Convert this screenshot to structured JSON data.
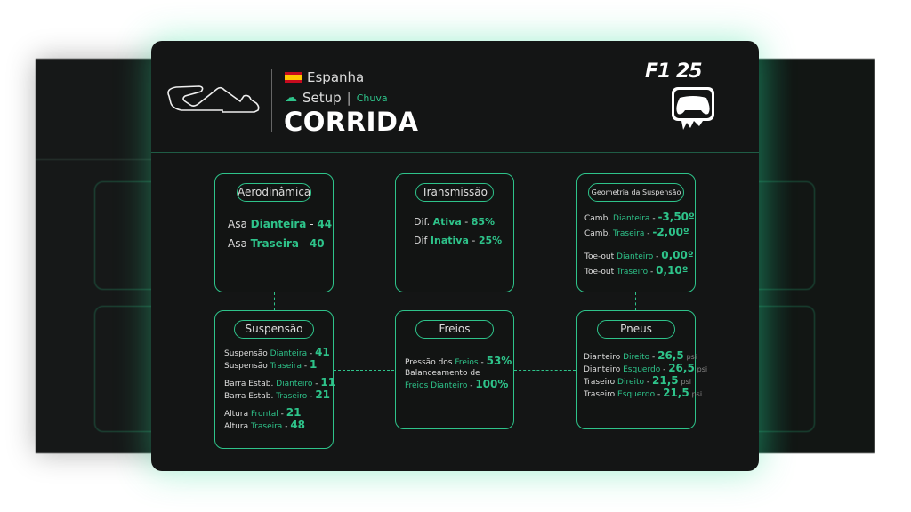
{
  "header": {
    "country": "Espanha",
    "setup_label": "Setup",
    "separator": "|",
    "condition": "Chuva",
    "title": "CORRIDA",
    "logo_text": "F1 25"
  },
  "colors": {
    "accent": "#2ec38a",
    "background": "#141515"
  },
  "aero": {
    "title": "Aerodinâmica",
    "rows": [
      {
        "a": "Asa",
        "b": "Dianteira",
        "v": "44"
      },
      {
        "a": "Asa",
        "b": "Traseira",
        "v": "40"
      }
    ]
  },
  "trans": {
    "title": "Transmissão",
    "rows": [
      {
        "a": "Dif.",
        "b": "Ativa",
        "v": "85%"
      },
      {
        "a": "Dif",
        "b": "Inativa",
        "v": "25%"
      }
    ]
  },
  "geo": {
    "title": "Geometria da Suspensão",
    "rows": [
      {
        "a": "Camb.",
        "b": "Dianteira",
        "v": "-3,50º"
      },
      {
        "a": "Camb.",
        "b": "Traseira",
        "v": "-2,00º"
      },
      {
        "a": "Toe-out",
        "b": "Dianteiro",
        "v": "0,00º"
      },
      {
        "a": "Toe-out",
        "b": "Traseiro",
        "v": "0,10º"
      }
    ]
  },
  "susp": {
    "title": "Suspensão",
    "rows": [
      {
        "a": "Suspensão",
        "b": "Dianteira",
        "v": "41"
      },
      {
        "a": "Suspensão",
        "b": "Traseira",
        "v": "1"
      },
      {
        "a": "Barra Estab.",
        "b": "Dianteiro",
        "v": "11"
      },
      {
        "a": "Barra Estab.",
        "b": "Traseiro",
        "v": "21"
      },
      {
        "a": "Altura",
        "b": "Frontal",
        "v": "21"
      },
      {
        "a": "Altura",
        "b": "Traseira",
        "v": "48"
      }
    ]
  },
  "brakes": {
    "title": "Freios",
    "rows": [
      {
        "a": "Pressão dos",
        "b": "Freios",
        "v": "53%"
      }
    ],
    "balance_label": "Balanceamento de",
    "balance_b": "Freios Dianteiro",
    "balance_v": "100%"
  },
  "tyres": {
    "title": "Pneus",
    "unit": "psi",
    "rows": [
      {
        "a": "Dianteiro",
        "b": "Direito",
        "v": "26,5"
      },
      {
        "a": "Dianteiro",
        "b": "Esquerdo",
        "v": "26,5"
      },
      {
        "a": "Traseiro",
        "b": "Direito",
        "v": "21,5"
      },
      {
        "a": "Traseiro",
        "b": "Esquerdo",
        "v": "21,5"
      }
    ]
  }
}
